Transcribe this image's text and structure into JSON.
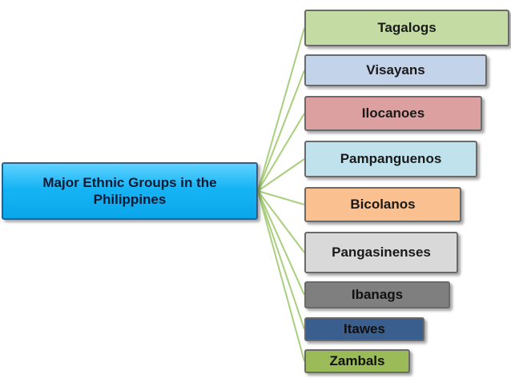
{
  "diagram": {
    "root": {
      "label": "Major Ethnic Groups in the Philippines"
    },
    "children": [
      {
        "label": "Tagalogs",
        "fill": "#c4dca4",
        "text_color": "#1a1a1a"
      },
      {
        "label": "Visayans",
        "fill": "#c2d3ea",
        "text_color": "#1a1a1a"
      },
      {
        "label": "Ilocanoes",
        "fill": "#dda0a0",
        "text_color": "#1a1a1a"
      },
      {
        "label": "Pampanguenos",
        "fill": "#bfe2ec",
        "text_color": "#1a1a1a"
      },
      {
        "label": "Bicolanos",
        "fill": "#fac08f",
        "text_color": "#1a1a1a"
      },
      {
        "label": "Pangasinenses",
        "fill": "#d9d9d9",
        "text_color": "#1a1a1a"
      },
      {
        "label": "Ibanags",
        "fill": "#7f7f7f",
        "text_color": "#111111"
      },
      {
        "label": "Itawes",
        "fill": "#3a5f8f",
        "text_color": "#111111"
      },
      {
        "label": "Zambals",
        "fill": "#9bbb59",
        "text_color": "#111111"
      }
    ],
    "colors": {
      "connector": "#a9cf7d",
      "root_border": "#2b5f8a",
      "child_border": "#6a6a6a"
    }
  }
}
